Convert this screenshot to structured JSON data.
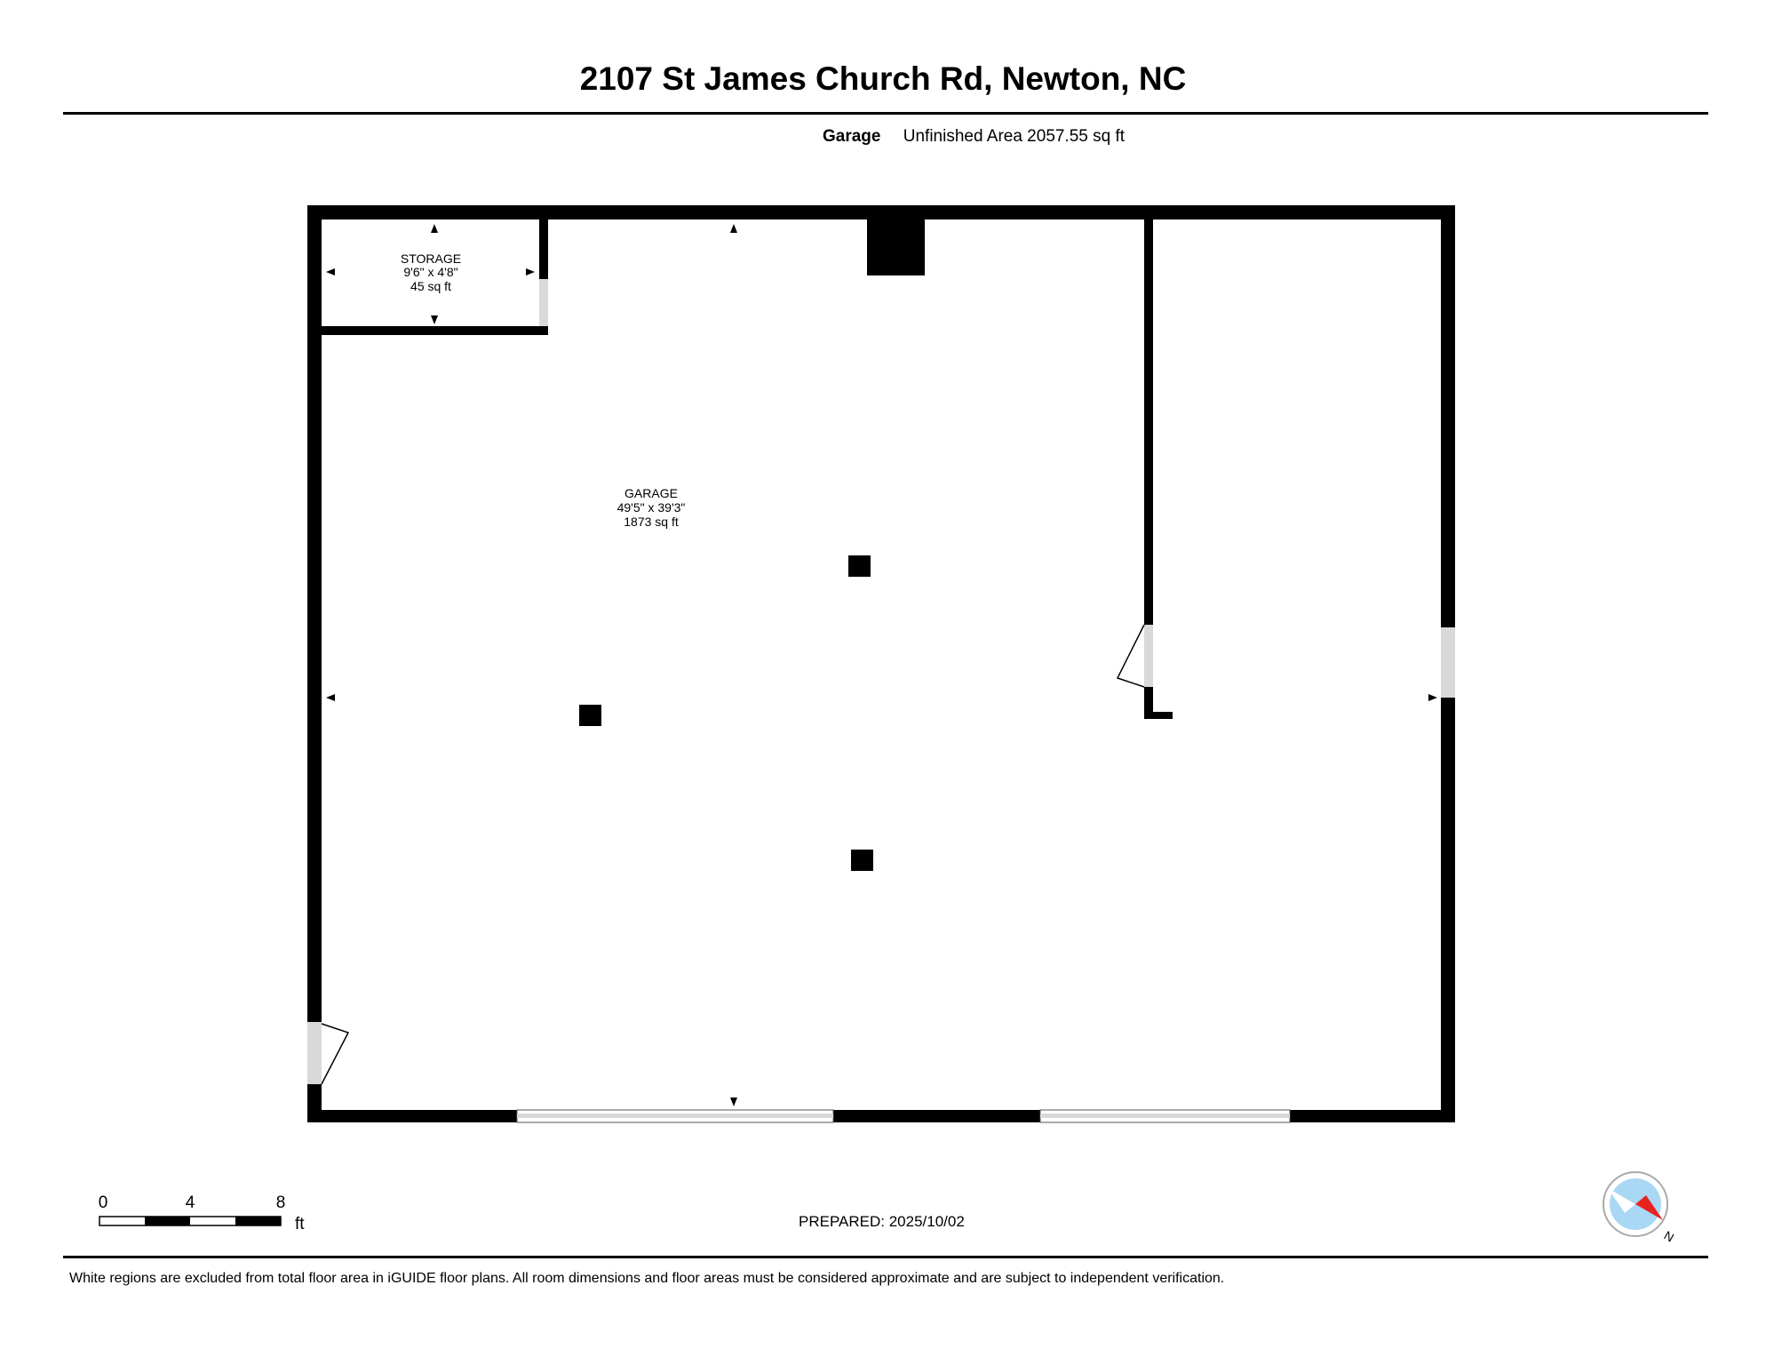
{
  "header": {
    "title": "2107 St James Church Rd, Newton, NC",
    "level_name": "Garage",
    "area_summary": "Unfinished Area 2057.55 sq ft"
  },
  "rooms": {
    "storage": {
      "name": "STORAGE",
      "dims": "9'6\" x 4'8\"",
      "area": "45 sq ft"
    },
    "garage": {
      "name": "GARAGE",
      "dims": "49'5\" x 39'3\"",
      "area": "1873 sq ft"
    }
  },
  "scale_bar": {
    "ticks": [
      "0",
      "4",
      "8"
    ],
    "unit": "ft"
  },
  "compass": {
    "label": "N",
    "needle_color": "#e8231f",
    "dial_color": "#a9d8f5"
  },
  "footer": {
    "prepared": "PREPARED: 2025/10/02",
    "disclaimer": "White regions are excluded from total floor area in iGUIDE floor plans. All room dimensions and floor areas must be considered approximate and are subject to independent verification."
  }
}
